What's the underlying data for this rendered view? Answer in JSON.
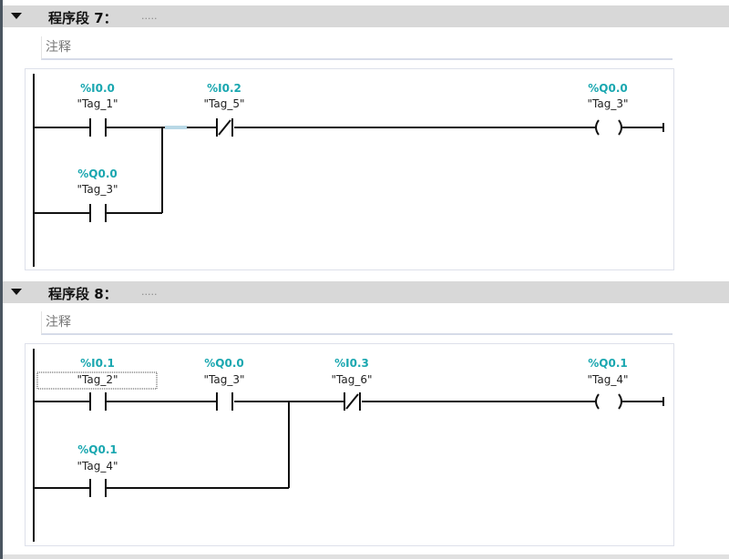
{
  "networks": [
    {
      "title": "程序段 7：",
      "dots": ".....",
      "comment": "注释",
      "elements": [
        {
          "type": "NO-contact",
          "address": "%I0.0",
          "tag": "\"Tag_1\""
        },
        {
          "type": "NC-contact",
          "address": "%I0.2",
          "tag": "\"Tag_5\""
        },
        {
          "type": "coil",
          "address": "%Q0.0",
          "tag": "\"Tag_3\""
        },
        {
          "type": "NO-contact-branch",
          "address": "%Q0.0",
          "tag": "\"Tag_3\""
        }
      ]
    },
    {
      "title": "程序段 8：",
      "dots": ".....",
      "comment": "注释",
      "elements": [
        {
          "type": "NO-contact",
          "address": "%I0.1",
          "tag": "\"Tag_2\""
        },
        {
          "type": "NO-contact",
          "address": "%Q0.0",
          "tag": "\"Tag_3\""
        },
        {
          "type": "NC-contact",
          "address": "%I0.3",
          "tag": "\"Tag_6\""
        },
        {
          "type": "coil",
          "address": "%Q0.1",
          "tag": "\"Tag_4\""
        },
        {
          "type": "NO-contact-branch",
          "address": "%Q0.1",
          "tag": "\"Tag_4\""
        }
      ]
    }
  ],
  "colors": {
    "address": "#1aa7b0",
    "header": "#d8d8d8"
  }
}
